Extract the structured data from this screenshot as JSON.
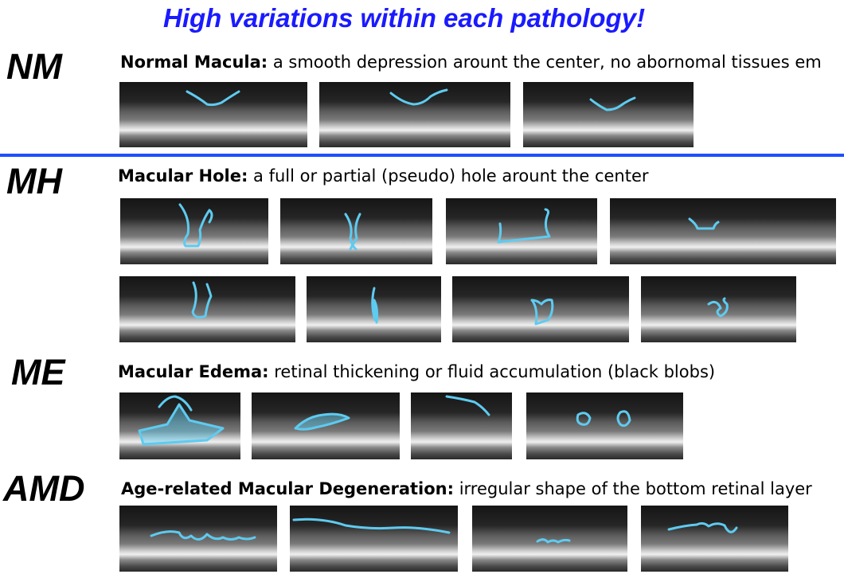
{
  "title": "High variations within each pathology!",
  "sections": [
    {
      "abbr": "NM",
      "name": "Normal Macula:",
      "description": " a smooth depression arount the center, no abornomal tissues em"
    },
    {
      "abbr": "MH",
      "name": "Macular Hole:",
      "description": " a full or partial (pseudo) hole arount the center"
    },
    {
      "abbr": "ME",
      "name": "Macular Edema:",
      "description": " retinal thickening or fluid accumulation (black blobs)"
    },
    {
      "abbr": "AMD",
      "name": "Age-related Macular Degeneration:",
      "description": " irregular shape of the bottom retinal layer"
    }
  ],
  "colors": {
    "title": "#1a1aff",
    "divider": "#1f4fff",
    "annotation": "#5ecbf0"
  }
}
